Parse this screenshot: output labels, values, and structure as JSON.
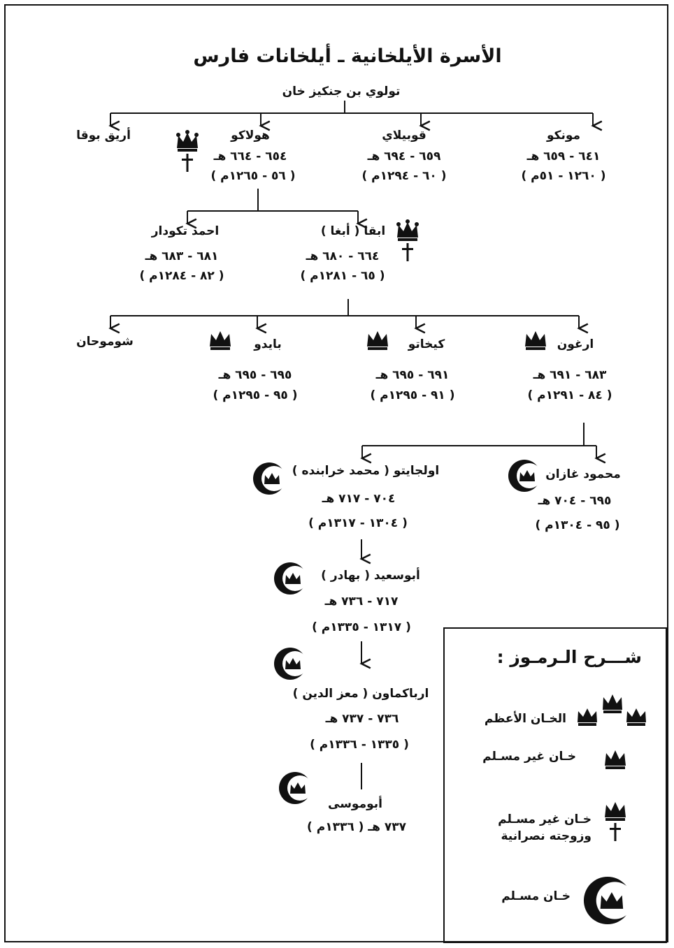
{
  "title": "الأسرة الأيلخانية ـ أيلخانات فارس",
  "root": "تولوي بن جنكيز خان",
  "gen1": {
    "mongke": {
      "name": "مونكو",
      "hijri": "٦٤١ - ٦٥٩ هـ",
      "greg": "( ١٢٦٠ - ٥١م )"
    },
    "kublai": {
      "name": "قوبيلاي",
      "hijri": "٦٥٩ - ٦٩٤ هـ",
      "greg": "( ٦٠ - ١٢٩٤م )"
    },
    "hulagu": {
      "name": "هولاكو",
      "hijri": "٦٥٤ - ٦٦٤ هـ",
      "greg": "( ٥٦ - ١٢٦٥م )"
    },
    "ariq": {
      "name": "أريق بوقا"
    }
  },
  "gen2": {
    "abaqa": {
      "name": "ابقا ( أبغا )",
      "hijri": "٦٦٤ - ٦٨٠ هـ",
      "greg": "( ٦٥ - ١٢٨١م )"
    },
    "tekuder": {
      "name": "احمد تكودار",
      "hijri": "٦٨١ - ٦٨٣ هـ",
      "greg": "( ٨٢ - ١٢٨٤م )"
    }
  },
  "gen3": {
    "arghun": {
      "name": "ارغون",
      "hijri": "٦٨٣ - ٦٩١ هـ",
      "greg": "( ٨٤ - ١٢٩١م )"
    },
    "gaykhatu": {
      "name": "كيخاتو",
      "hijri": "٦٩١ - ٦٩٥ هـ",
      "greg": "( ٩١ - ١٢٩٥م )"
    },
    "baydu": {
      "name": "بايدو",
      "hijri": "٦٩٥ - ٦٩٥ هـ",
      "greg": "( ٩٥ - ١٢٩٥م )"
    },
    "gaykhatu_alt": {
      "name": "شوموحان"
    }
  },
  "gen4": {
    "ghazan": {
      "name": "محمود غازان",
      "hijri": "٦٩٥ - ٧٠٤ هـ",
      "greg": "( ٩٥ - ١٣٠٤م )"
    },
    "oljeitu": {
      "name": "اولجايتو ( محمد خرابنده )",
      "hijri": "٧٠٤ - ٧١٧ هـ",
      "greg": "( ١٣٠٤ - ١٣١٧م )"
    }
  },
  "gen5": {
    "abusaid": {
      "name": "أبوسعيد ( بهادر )",
      "hijri": "٧١٧ - ٧٣٦ هـ",
      "greg": "( ١٣١٧ - ١٣٣٥م )"
    },
    "arpa": {
      "name": "ارباكماون ( معز الدين )",
      "hijri": "٧٣٦ - ٧٣٧ هـ",
      "greg": "( ١٣٣٥ - ١٣٣٦م )"
    },
    "musa": {
      "name": "أبوموسى",
      "dates": "٧٣٧ هـ ( ١٣٣٦م )"
    }
  },
  "legend": {
    "title": "شـــرح الـرمـوز :",
    "great_khan": "الخـان الأعظم",
    "non_muslim": "خـان غير مسـلم",
    "non_muslim_christian_1": "خـان غير مسـلم",
    "non_muslim_christian_2": "وزوجته نصرانية",
    "muslim": "خـان مسـلم"
  },
  "icons": {
    "crown": "crown-icon",
    "cross": "cross-icon",
    "crescent": "crescent-icon"
  }
}
